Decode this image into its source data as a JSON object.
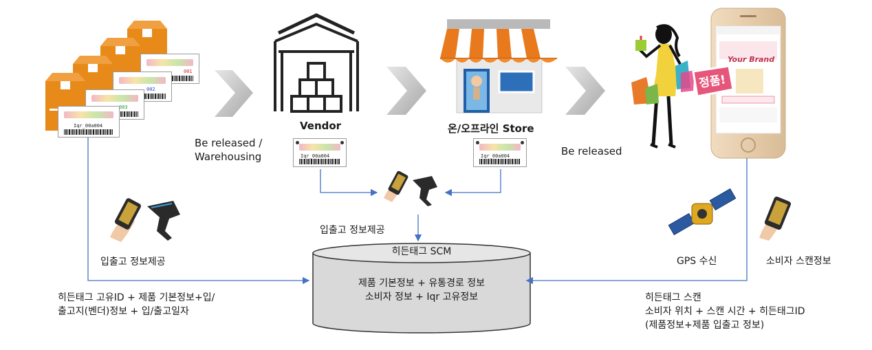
{
  "left_labels": {
    "be_released_warehousing_line1": "Be released /",
    "be_released_warehousing_line2": "Warehousing",
    "inout_info_left": "입출고 정보제공",
    "bottom_left_line1": "히든태그 고유ID + 제품 기본정보+입/",
    "bottom_left_line2": "출고지(벤더)정보 + 입/출고일자"
  },
  "vendor": {
    "label": "Vendor"
  },
  "store": {
    "label": "온/오프라인 Store"
  },
  "be_released_right": "Be released",
  "center": {
    "inout_info": "입출고 정보제공"
  },
  "scm": {
    "title": "히든태그 SCM",
    "line1": "제품 기본정보 + 유통경로 정보",
    "line2": "소비자 정보 + Iqr 고유정보"
  },
  "right_labels": {
    "gps": "GPS 수신",
    "consumer_scan": "소비자 스캔정보",
    "bottom_right_line1": "히든태그 스캔",
    "bottom_right_line2": "소비자 위치 + 스캔 시간 + 히든태그ID",
    "bottom_right_line3": "(제품정보+제품 입출고 정보)"
  },
  "tags": {
    "box_ids": [
      "001",
      "002",
      "003",
      "Iqr_00a004"
    ],
    "vendor_tag_id": "Iqr_00a004",
    "store_tag_id": "Iqr_00a004"
  },
  "phone": {
    "badge": "정품!",
    "brand": "Your Brand"
  },
  "colors": {
    "arrow_line": "#4472c4",
    "box_orange": "#e88a1a",
    "cylinder_fill": "#d9d9d9",
    "chevron": "#c8c8c8",
    "badge_pink": "#e6557a"
  }
}
